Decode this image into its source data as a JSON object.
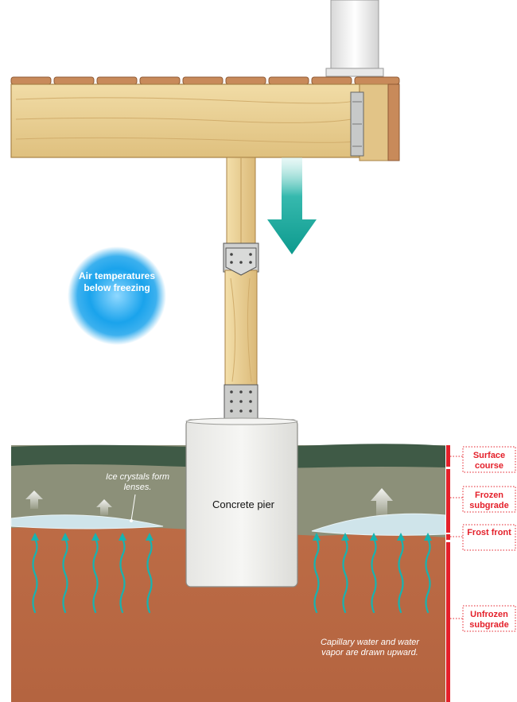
{
  "labels": {
    "air_temperature": "Air temperatures below freezing",
    "pier": "Concrete pier",
    "ice_lenses": "Ice crystals form lenses.",
    "capillary": "Capillary water and water vapor are drawn upward."
  },
  "zones": [
    {
      "label": "Surface course"
    },
    {
      "label": "Frozen subgrade"
    },
    {
      "label": "Frost front"
    },
    {
      "label": "Unfrozen subgrade"
    }
  ],
  "colors": {
    "wood": "#e9cf93",
    "wood_dark": "#c99a55",
    "decking": "#c88a5a",
    "load_arrow": "#17a89c",
    "air_glow": "#1aa3ec",
    "surface_soil": "#3f5a46",
    "frozen_soil": "#8c9079",
    "unfrozen_soil": "#bf6a45",
    "water_arrow": "#17b3b0",
    "zone_marker": "#e4202a"
  },
  "icons": [
    "load-arrow-icon",
    "water-wave-arrow-icon",
    "heave-arrow-icon",
    "joist-hanger-icon",
    "post-bracket-icon",
    "post-base-icon"
  ]
}
